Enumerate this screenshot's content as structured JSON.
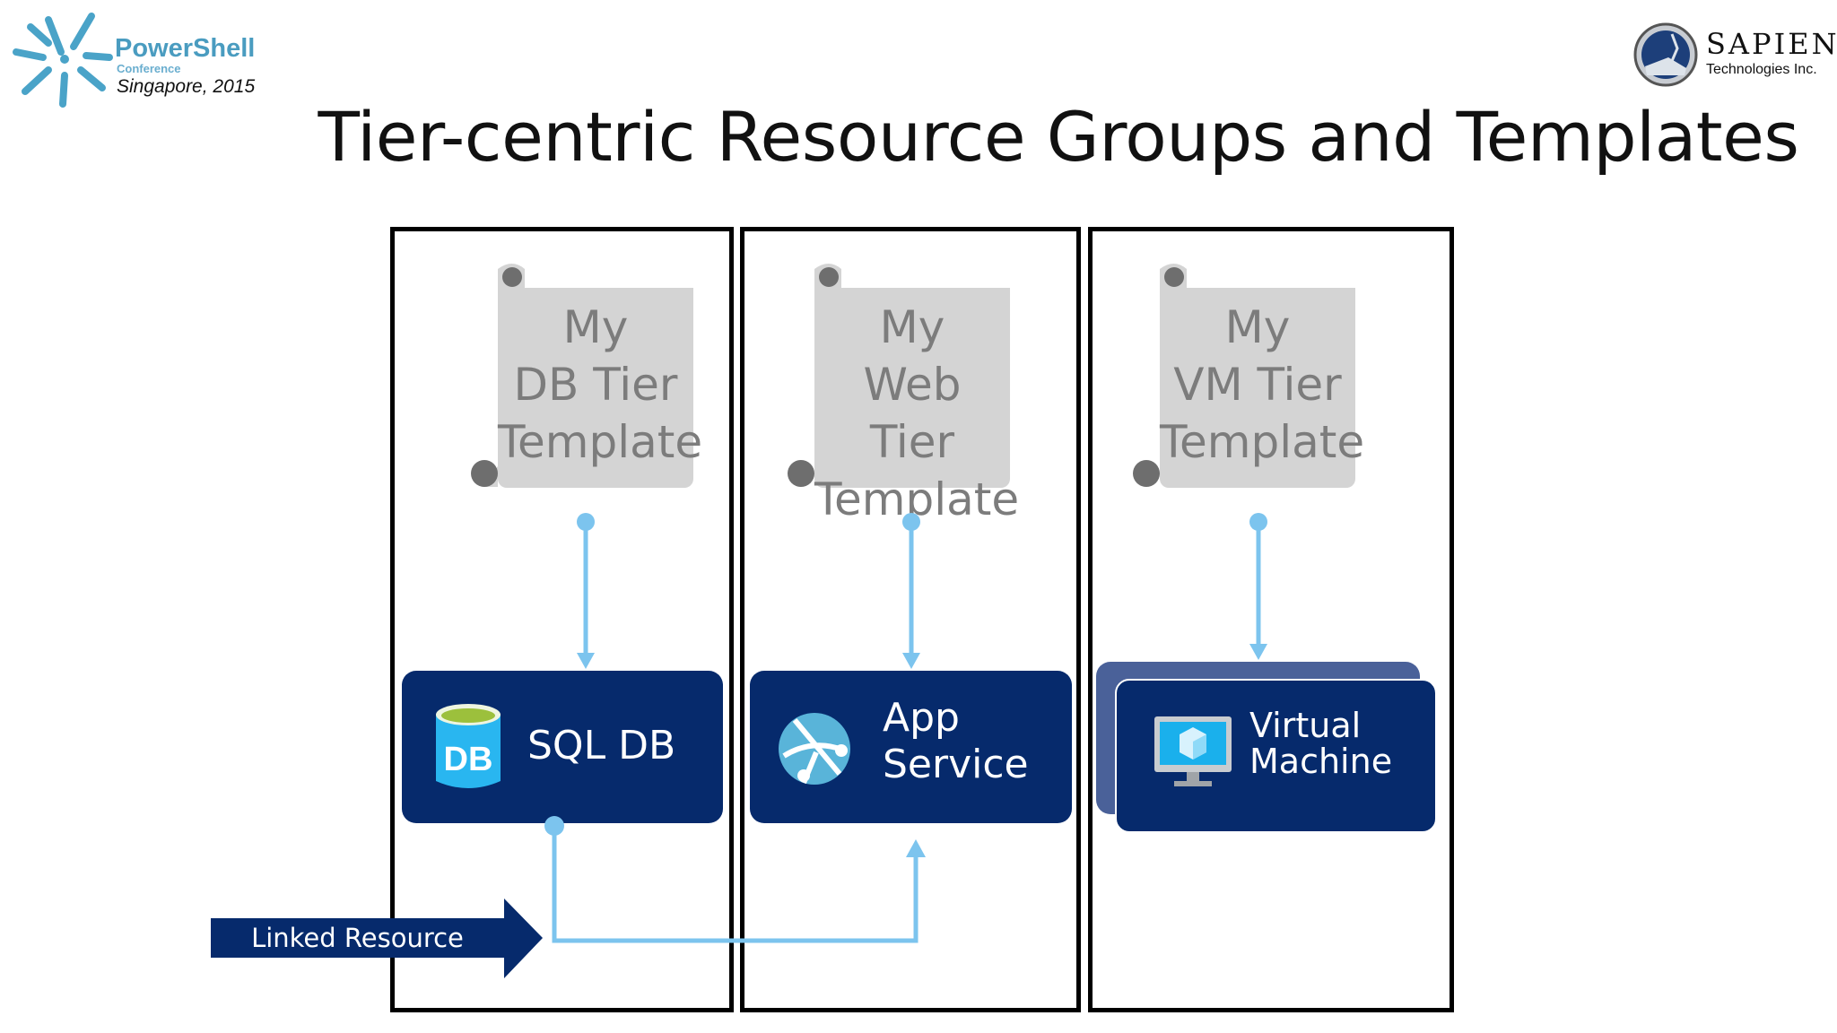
{
  "header": {
    "title": "Tier-centric Resource Groups and Templates",
    "conference_logo": {
      "name": "PowerShell",
      "subtitle": "Conference",
      "location": "Singapore, 2015"
    },
    "sponsor_logo": {
      "name": "SAPIEN",
      "subtitle": "Technologies Inc."
    }
  },
  "tiers": [
    {
      "template": {
        "line1": "My",
        "line2": "DB Tier",
        "line3": "Template"
      },
      "service": {
        "line1": "SQL DB",
        "line2": "",
        "icon": "sql-database-icon"
      }
    },
    {
      "template": {
        "line1": "My",
        "line2": "Web Tier",
        "line3": "Template"
      },
      "service": {
        "line1": "App",
        "line2": "Service",
        "icon": "app-service-icon"
      }
    },
    {
      "template": {
        "line1": "My",
        "line2": "VM Tier",
        "line3": "Template"
      },
      "service": {
        "line1": "Virtual",
        "line2": "Machine",
        "icon": "virtual-machine-icon"
      }
    }
  ],
  "linked_resource_label": "Linked Resource",
  "colors": {
    "service_box": "#062a6c",
    "connector": "#7cc4ee",
    "template": "#d4d4d4",
    "vm_stack": "#4a6199"
  }
}
